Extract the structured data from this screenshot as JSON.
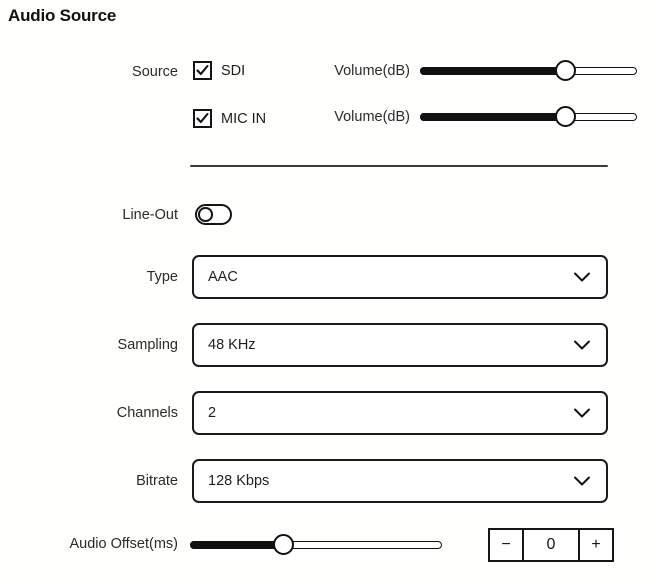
{
  "panel": {
    "title": "Audio Source"
  },
  "source_row": {
    "label": "Source",
    "checkboxes": [
      {
        "label": "SDI",
        "checked": true
      },
      {
        "label": "MIC IN",
        "checked": true
      }
    ],
    "volumes": [
      {
        "label": "Volume(dB)",
        "percent": 67
      },
      {
        "label": "Volume(dB)",
        "percent": 67
      }
    ]
  },
  "line_out": {
    "label": "Line-Out",
    "enabled": false
  },
  "fields": [
    {
      "label": "Type",
      "value": "AAC",
      "icon": "chevron-down-icon"
    },
    {
      "label": "Sampling",
      "value": "48 KHz",
      "icon": "chevron-down-icon"
    },
    {
      "label": "Channels",
      "value": "2",
      "icon": "chevron-down-icon"
    },
    {
      "label": "Bitrate",
      "value": "128 Kbps",
      "icon": "chevron-down-icon"
    }
  ],
  "audio_offset": {
    "label": "Audio Offset(ms)",
    "percent": 37,
    "value": "0",
    "minus_label": "−",
    "plus_label": "+"
  },
  "colors": {
    "background": "#fffffe",
    "ink": "#111111",
    "text": "#1e1e1e"
  }
}
